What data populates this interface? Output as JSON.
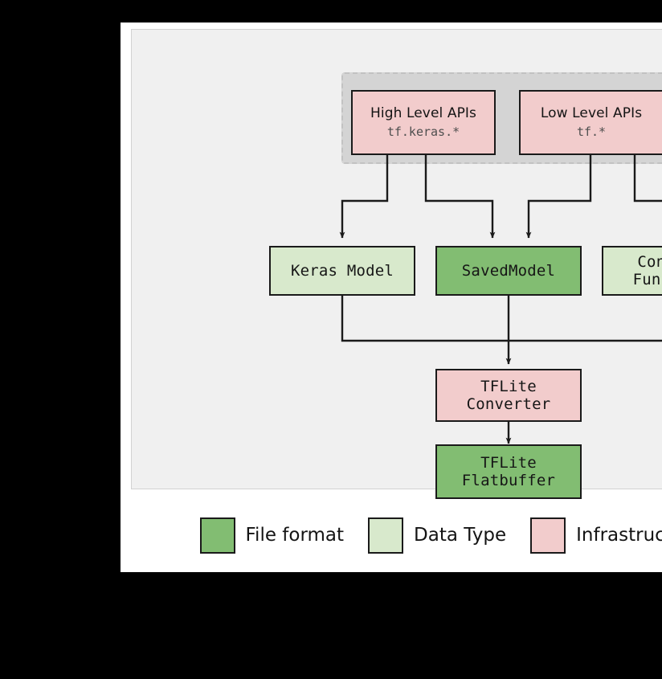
{
  "figure": {
    "kind": "flowchart",
    "subject": "TensorFlow Lite model conversion workflow"
  },
  "colors": {
    "page_background": "#000000",
    "card_background": "#ffffff",
    "panel_background": "#f0f0f0",
    "panel_border": "#d2d2d2",
    "group_background": "#d4d4d4",
    "group_border": "#c2c2c2",
    "infrastructure": "#f2cccc",
    "data_type": "#d8e9cc",
    "file_format": "#82bd72",
    "node_border": "#1a1a1a",
    "connector": "#1a1a1a",
    "text": "#141414",
    "subtext": "#4f4f4f"
  },
  "nodes": {
    "high_level_apis": {
      "title": "High Level APIs",
      "subtitle": "tf.keras.*",
      "category": "Infrastructure"
    },
    "low_level_apis": {
      "title": "Low Level APIs",
      "subtitle": "tf.*",
      "category": "Infrastructure"
    },
    "keras_model": {
      "title": "Keras Model",
      "category": "Data Type"
    },
    "saved_model": {
      "title": "SavedModel",
      "category": "File format"
    },
    "concrete_functions": {
      "title": "Concrete\nFunctions",
      "category": "Data Type"
    },
    "tflite_converter": {
      "title": "TFLite\nConverter",
      "category": "Infrastructure"
    },
    "tflite_flatbuffer": {
      "title": "TFLite\nFlatbuffer",
      "category": "File format"
    }
  },
  "edges": [
    {
      "from": "high_level_apis",
      "to": "keras_model"
    },
    {
      "from": "high_level_apis",
      "to": "saved_model"
    },
    {
      "from": "low_level_apis",
      "to": "saved_model"
    },
    {
      "from": "low_level_apis",
      "to": "concrete_functions"
    },
    {
      "from": "keras_model",
      "to": "tflite_converter"
    },
    {
      "from": "saved_model",
      "to": "tflite_converter"
    },
    {
      "from": "concrete_functions",
      "to": "tflite_converter"
    },
    {
      "from": "tflite_converter",
      "to": "tflite_flatbuffer"
    }
  ],
  "legend": {
    "items": [
      {
        "label": "File format",
        "color": "#82bd72",
        "swatch_class": "fill-fileformat"
      },
      {
        "label": "Data Type",
        "color": "#d8e9cc",
        "swatch_class": "fill-datatype"
      },
      {
        "label": "Infrastructure",
        "color": "#f2cccc",
        "swatch_class": "fill-infra"
      }
    ]
  }
}
